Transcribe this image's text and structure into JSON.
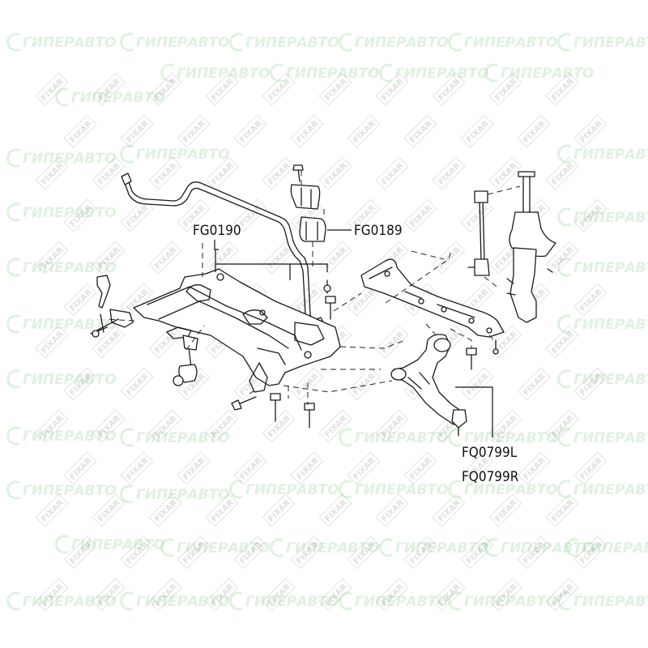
{
  "watermark": {
    "brand_text": "ГИПЕРАВТО",
    "stamp_text": "FIXAR"
  },
  "callouts": {
    "stabilizer_bar_bushing": "FG0190",
    "stabilizer_mount_bushing": "FG0189",
    "control_arm_left": "FQ0799L",
    "control_arm_right": "FQ0799R"
  }
}
